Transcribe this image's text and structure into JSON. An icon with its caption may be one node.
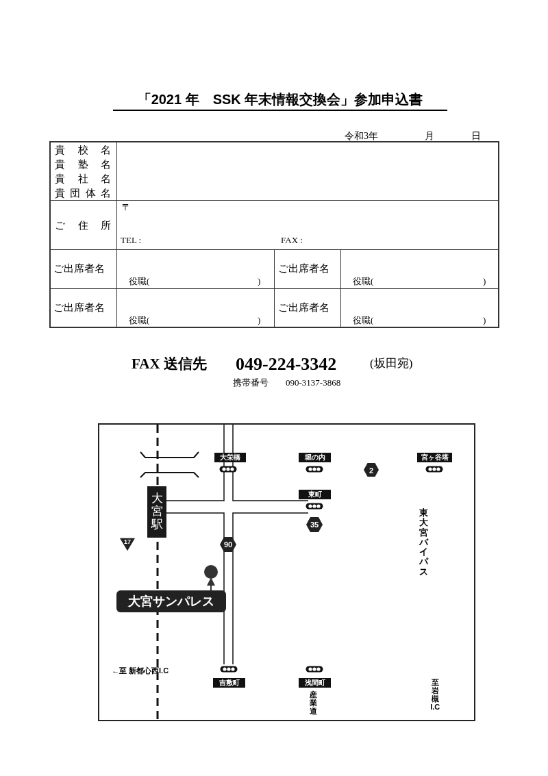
{
  "diagram": {
    "title": "「2021 年　SSK 年末情報交換会」参加申込書",
    "nodes": [
      {
        "text": [
          "大宮駅"
        ]
      },
      {
        "text": [
          "大宮サンパレス"
        ]
      },
      {
        "text": [],
        "shape": "circle"
      },
      {
        "text": [
          "大栄橋"
        ]
      },
      {
        "text": [
          "堀の内"
        ]
      },
      {
        "text": [
          "宮ヶ谷塔"
        ]
      },
      {
        "text": [
          "東町"
        ]
      },
      {
        "text": [
          "吉敷町"
        ]
      },
      {
        "text": [
          "浅間町"
        ]
      },
      {
        "text": [
          "2"
        ]
      },
      {
        "text": [
          "35"
        ]
      },
      {
        "text": [
          "90"
        ]
      },
      {
        "text": [
          "17"
        ]
      }
    ],
    "edges": [
      {
        "from": 1,
        "to": 2,
        "arrow": "to"
      }
    ],
    "labels": [
      "令和3年",
      "月",
      "日",
      "貴校名",
      "貴塾名",
      "貴社名",
      "貴団体名",
      "ご住所",
      "〒",
      "TEL :",
      "FAX :",
      "ご出席者名",
      "役職(",
      ")",
      "ご出席者名",
      "役職(",
      ")",
      "ご出席者名",
      "役職(",
      ")",
      "ご出席者名",
      "役職(",
      ")",
      "FAX 送信先",
      "049-224-3342",
      "(坂田宛)",
      "携帯番号",
      "090-3137-3868",
      "東大宮バイパス",
      "←至 新都心西I.C",
      "産業道",
      "至岩槻I.C"
    ]
  }
}
